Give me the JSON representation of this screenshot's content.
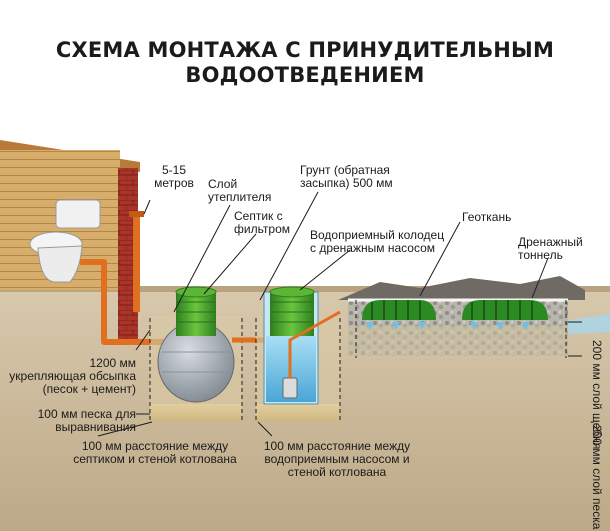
{
  "title": {
    "line1": "СХЕМА МОНТАЖА С ПРИНУДИТЕЛЬНЫМ",
    "line2": "ВОДООТВЕДЕНИЕМ"
  },
  "labels": {
    "distance_line1": "5-15",
    "distance_line2": "метров",
    "insulation_line1": "Слой",
    "insulation_line2": "утеплителя",
    "septic_line1": "Септик с",
    "septic_line2": "фильтром",
    "soil_line1": "Грунт (обратная",
    "soil_line2": "засыпка) 500 мм",
    "well_line1": "Водоприемный колодец",
    "well_line2": "с дренажным насосом",
    "geotextile": "Геоткань",
    "tunnel_line1": "Дренажный",
    "tunnel_line2": "тоннель",
    "backfill_line1": "1200 мм",
    "backfill_line2": "укрепляющая обсыпка",
    "backfill_line3": "(песок + цемент)",
    "sand_line1": "100 мм песка для",
    "sand_line2": "выравнивания",
    "gap_septic_line1": "100 мм расстояние между",
    "gap_septic_line2": "септиком и стеной котлована",
    "gap_pump_line1": "100 мм расстояние между",
    "gap_pump_line2": "водоприемным насосом и",
    "gap_pump_line3": "стеной котлована",
    "gravel_layer_line1": "200 мм",
    "gravel_layer_line2": "слой щебня",
    "sand_layer_line1": "200 мм",
    "sand_layer_line2": "слой песка"
  },
  "colors": {
    "house_wall": "#d2a866",
    "brick": "#a8352a",
    "pipe": "#e07020",
    "soil": "#c9b596",
    "green": "#3a9a2a",
    "water": "#7ec8e8"
  }
}
